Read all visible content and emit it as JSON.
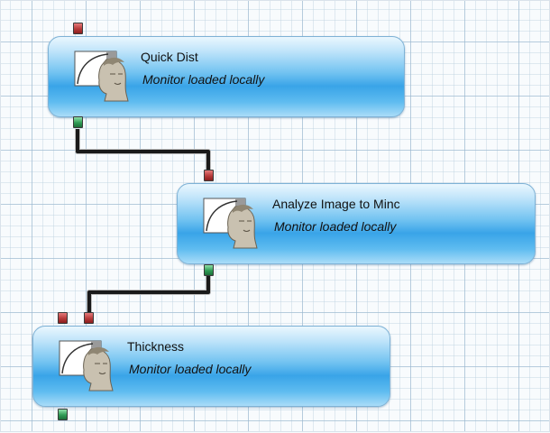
{
  "modules": [
    {
      "title": "Quick Dist",
      "status": "Monitor loaded locally"
    },
    {
      "title": "Analyze Image to Minc",
      "status": "Monitor loaded locally"
    },
    {
      "title": "Thickness",
      "status": "Monitor loaded locally"
    }
  ],
  "colors": {
    "wire": "#1a1a1a",
    "input_port": "#b73a3a",
    "output_port": "#2f9c55",
    "module_fill": "#39a4e8"
  },
  "icons": [
    "module-icon",
    "input-port-icon",
    "output-port-icon"
  ]
}
